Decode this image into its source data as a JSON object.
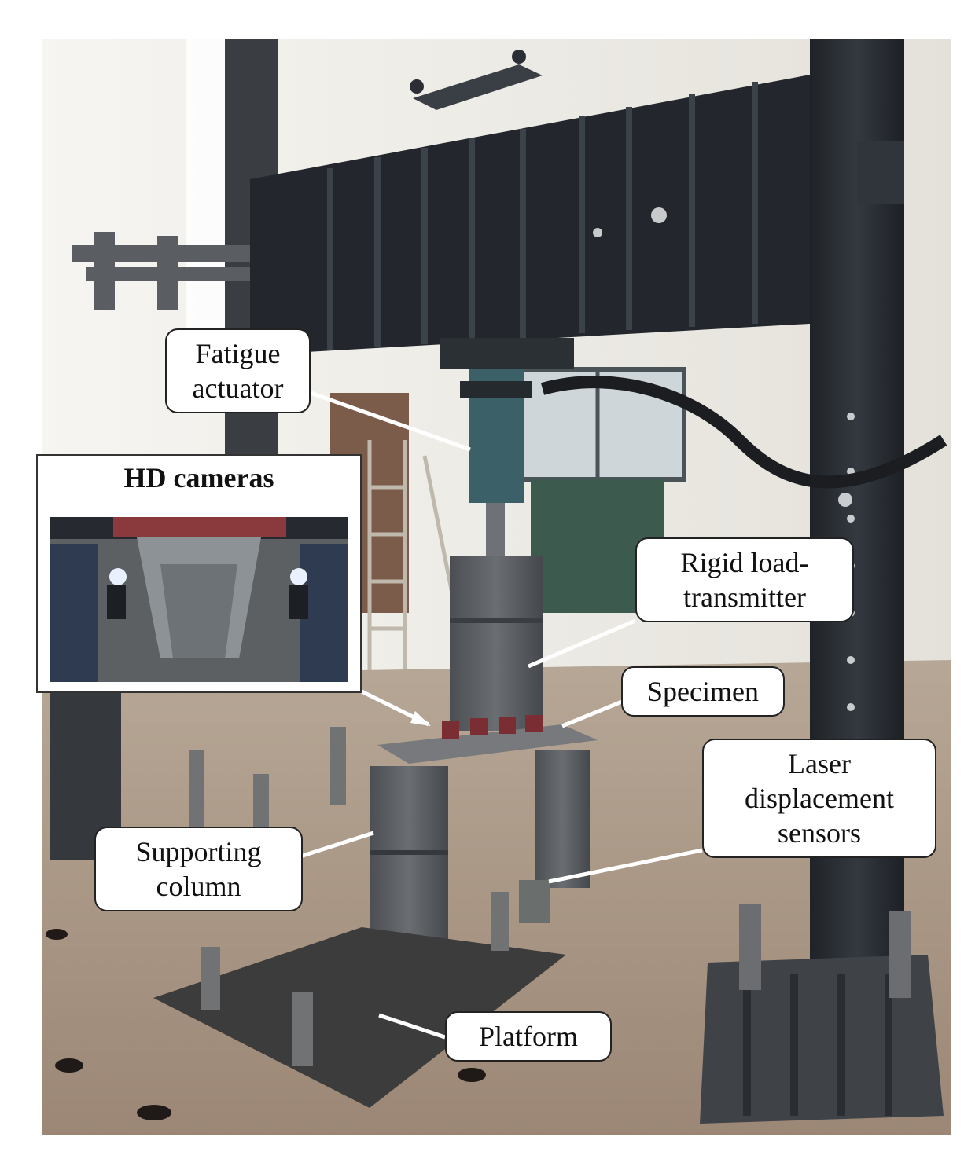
{
  "labels": {
    "fatigue_actuator": [
      "Fatigue",
      "actuator"
    ],
    "hd_cameras": "HD cameras",
    "rigid_load_transmitter": [
      "Rigid load-",
      "transmitter"
    ],
    "specimen": "Specimen",
    "laser_displacement_sensors": [
      "Laser",
      "displacement",
      "sensors"
    ],
    "supporting_column": [
      "Supporting",
      "column"
    ],
    "platform": "Platform"
  },
  "colors": {
    "frame": "#23272d",
    "steel": "#55585c",
    "floor": "#a08d7a",
    "wall": "#ece9e2",
    "camera_light": "#e9f1ff"
  }
}
